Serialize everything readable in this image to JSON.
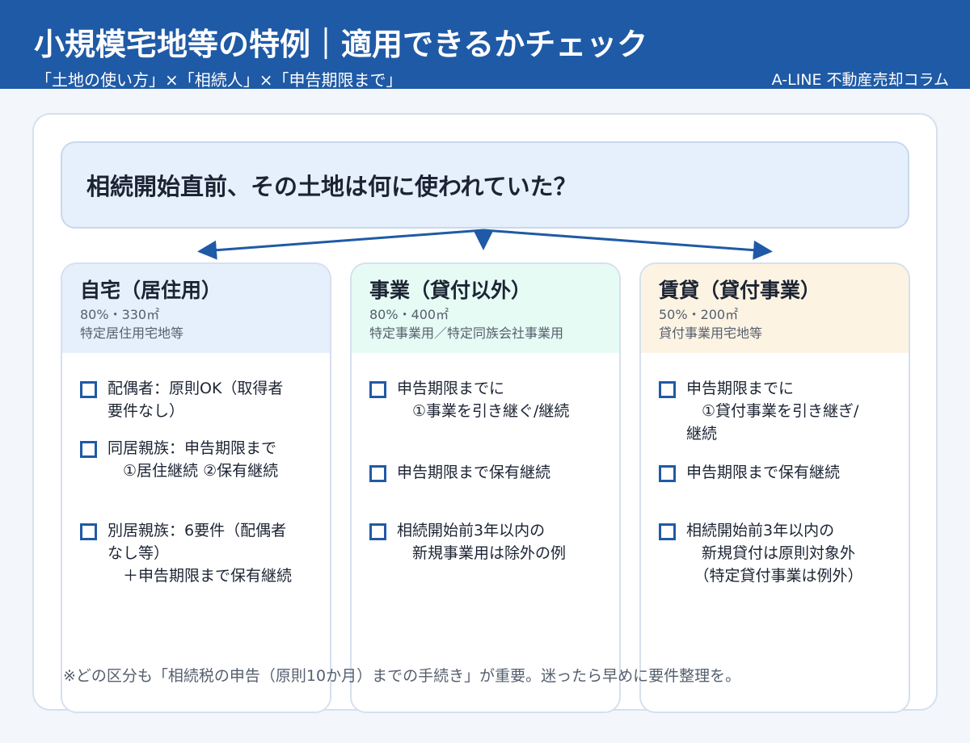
{
  "header": {
    "title": "小規模宅地等の特例｜適用できるかチェック",
    "subtitle": "「土地の使い方」×「相続人」×「申告期限まで」",
    "brand": "A-LINE 不動産売却コラム"
  },
  "question": "相続開始直前、その土地は何に使われていた？",
  "cards": [
    {
      "title": "自宅（居住用）",
      "rate": "80%・330㎡",
      "category": "特定居住用宅地等",
      "bg": "#e6f0fc",
      "items": [
        "配偶者：原則OK（取得者\n要件なし）",
        "同居親族：申告期限まで\n　①居住継続 ②保有継続",
        "別居親族：6要件（配偶者\nなし等）\n　＋申告期限まで保有継続"
      ]
    },
    {
      "title": "事業（貸付以外）",
      "rate": "80%・400㎡",
      "category": "特定事業用／特定同族会社事業用",
      "bg": "#e6fbf4",
      "items": [
        "申告期限までに\n　①事業を引き継ぐ/継続",
        "申告期限まで保有継続",
        "相続開始前3年以内の\n　新規事業用は除外の例"
      ]
    },
    {
      "title": "賃貸（貸付事業）",
      "rate": "50%・200㎡",
      "category": "貸付事業用宅地等",
      "bg": "#fdf3e3",
      "items": [
        "申告期限までに\n　①貸付事業を引き継ぎ/\n継続",
        "申告期限まで保有継続",
        "相続開始前3年以内の\n　新規貸付は原則対象外\n　（特定貸付事業は例外）"
      ]
    }
  ],
  "note": "※どの区分も「相続税の申告（原則10か月）までの手続き」が重要。迷ったら早めに要件整理を。"
}
